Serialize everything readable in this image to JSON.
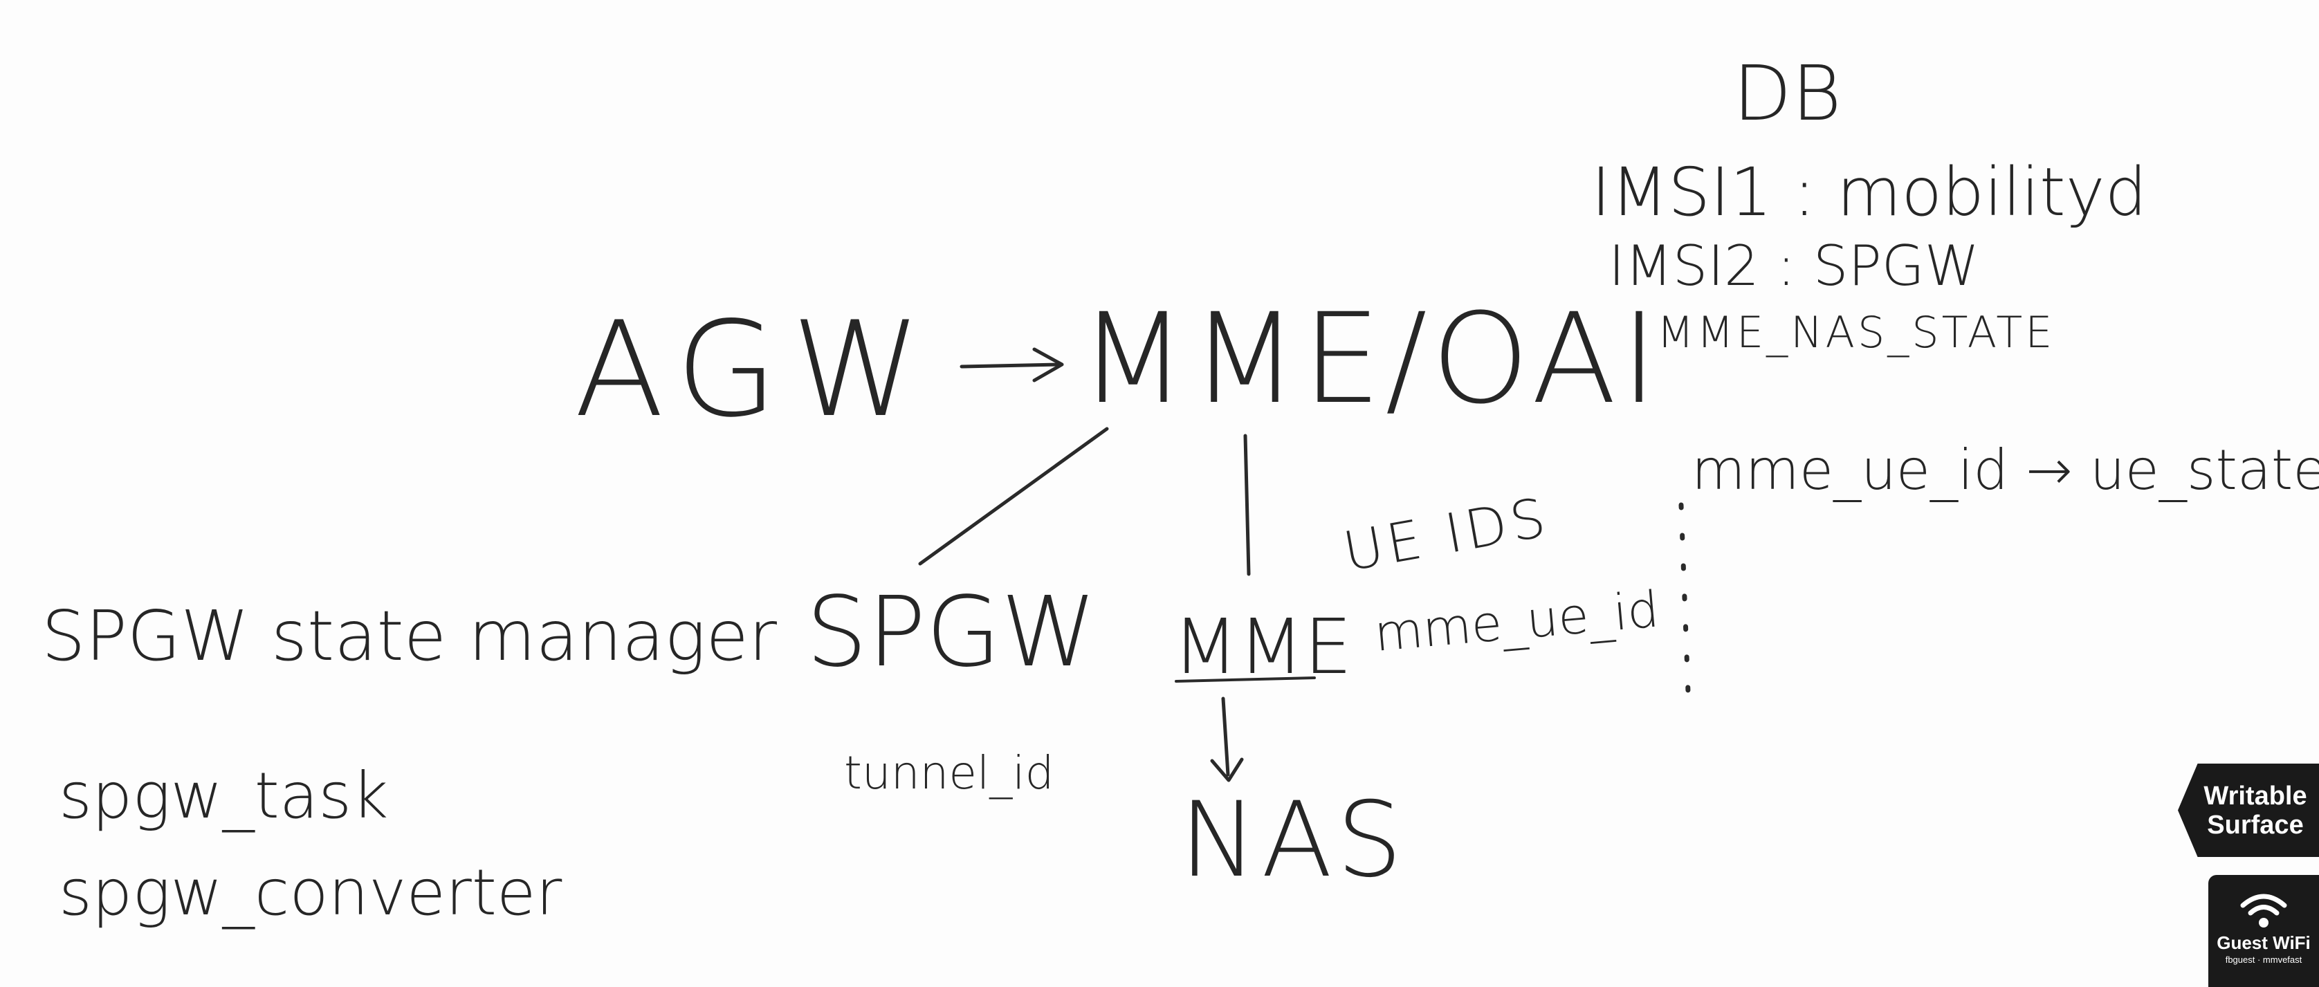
{
  "title": {
    "agw": "AGW",
    "mme_oai": "MME/OAI"
  },
  "db": {
    "heading": "DB",
    "entries": [
      "IMSI1 : mobilityd",
      "IMSI2 : SPGW",
      "MME_NAS_STATE"
    ]
  },
  "branches": {
    "spgw": "SPGW",
    "spgw_sub": "tunnel_id",
    "mme": "MME",
    "nas": "NAS"
  },
  "ue_ids": {
    "heading": "UE IDS",
    "value": "mme_ue_id"
  },
  "mapping": "mme_ue_id → ue_state",
  "spgw_notes": [
    "SPGW state manager",
    "spgw_task",
    "spgw_converter"
  ],
  "stickers": {
    "writable_line1": "Writable",
    "writable_line2": "Surface",
    "wifi_title": "Guest WiFi",
    "wifi_sub": "fbguest · mmvefast"
  },
  "icons": [
    "wifi-icon"
  ],
  "colors": {
    "ink": "#262626",
    "board": "#fdfdfd",
    "sticker": "#1a1a1a"
  }
}
